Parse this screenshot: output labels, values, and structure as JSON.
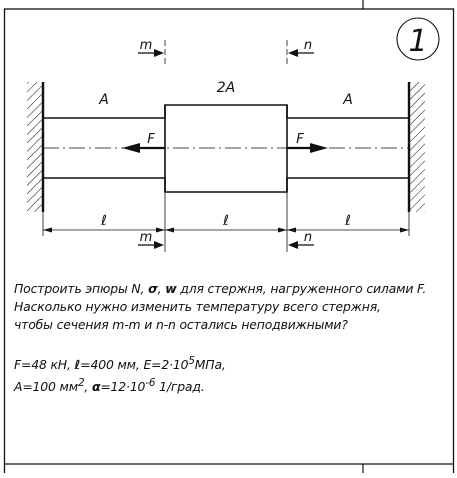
{
  "problem_number": "1",
  "diagram": {
    "section_labels": [
      "A",
      "2A",
      "A"
    ],
    "force_label": "F",
    "length_label": "ℓ",
    "section_marks": [
      "m",
      "n"
    ]
  },
  "statement": {
    "line1_a": "Построить эпюры N, ",
    "sigma": "σ",
    "line1_b": ", ",
    "w": "w",
    "line1_c": " для стержня, нагруженного силами F.",
    "line2": "Насколько нужно изменить температуру всего стержня,",
    "line3": "чтобы сечения  m-m и n-n остались неподвижными?"
  },
  "given": {
    "line1_a": "F=48 кН, ",
    "ell": "ℓ",
    "line1_b": "=400 мм, E=2·10",
    "e_exp": "5",
    "line1_c": "МПа,",
    "line2_a": "A=100 мм",
    "a_exp": "2",
    "line2_b": ", ",
    "alpha": "α",
    "line2_c": "=12·10",
    "alpha_exp": "-6",
    "line2_d": " 1/град."
  }
}
